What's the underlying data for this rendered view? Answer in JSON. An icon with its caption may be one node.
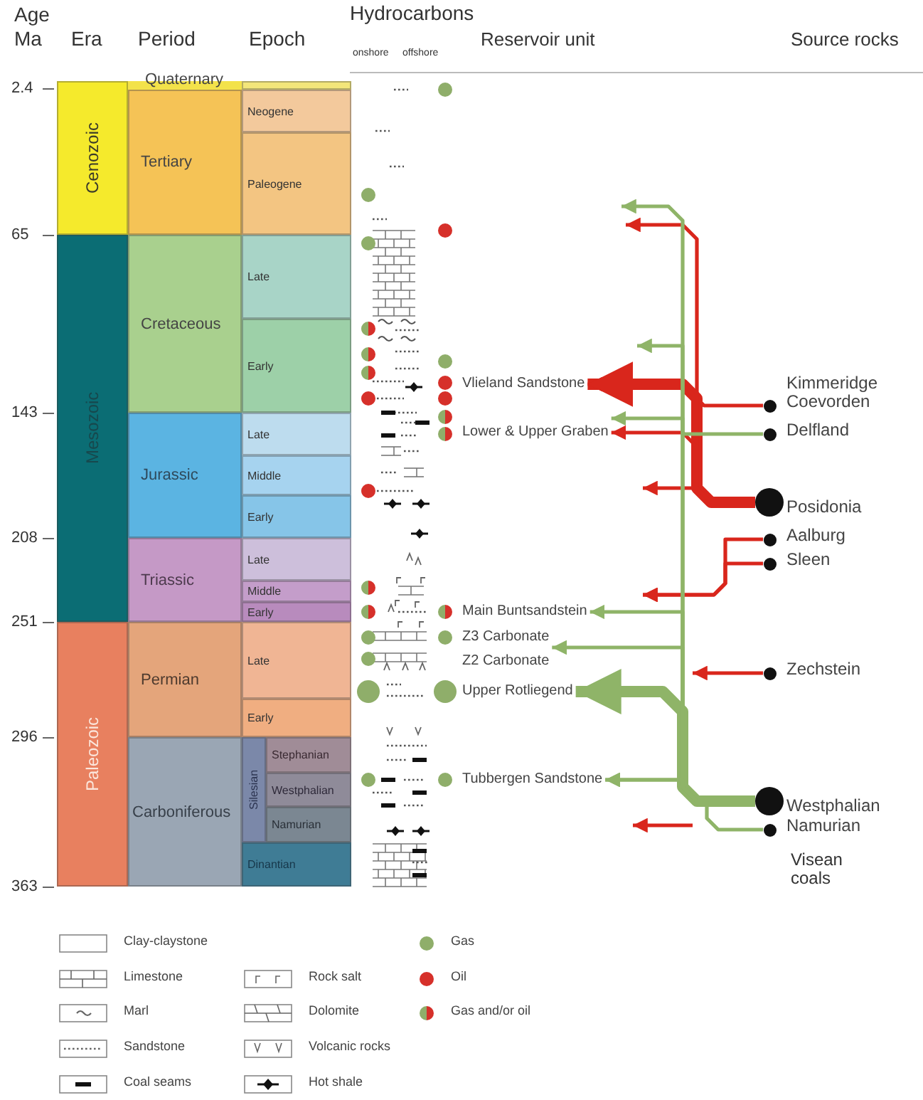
{
  "diagram": {
    "nodes": [
      {
        "text": [
          "Cenozoic"
        ]
      },
      {
        "text": [
          "Mesozoic"
        ]
      },
      {
        "text": [
          "Paleozoic"
        ]
      },
      {
        "text": [
          "Quaternary"
        ]
      },
      {
        "text": [
          "Tertiary"
        ]
      },
      {
        "text": [
          "Cretaceous"
        ]
      },
      {
        "text": [
          "Jurassic"
        ]
      },
      {
        "text": [
          "Triassic"
        ]
      },
      {
        "text": [
          "Permian"
        ]
      },
      {
        "text": [
          "Carboniferous"
        ]
      },
      {
        "text": [],
        "shape": "bar"
      },
      {
        "text": [
          "Neogene"
        ]
      },
      {
        "text": [
          "Paleogene"
        ]
      },
      {
        "text": [
          "Late"
        ]
      },
      {
        "text": [
          "Early"
        ]
      },
      {
        "text": [
          "Late"
        ]
      },
      {
        "text": [
          "Middle"
        ]
      },
      {
        "text": [
          "Early"
        ]
      },
      {
        "text": [
          "Late"
        ]
      },
      {
        "text": [
          "Middle"
        ]
      },
      {
        "text": [
          "Early"
        ]
      },
      {
        "text": [
          "Late"
        ]
      },
      {
        "text": [
          "Early"
        ]
      },
      {
        "text": [
          "Silesian"
        ]
      },
      {
        "text": [
          "Stephanian"
        ]
      },
      {
        "text": [
          "Westphalian"
        ]
      },
      {
        "text": [
          "Namurian"
        ]
      },
      {
        "text": [
          "Dinantian"
        ]
      },
      {
        "text": [
          "Vlieland Sandstone"
        ]
      },
      {
        "text": [
          "Lower & Upper Graben"
        ]
      },
      {
        "text": [
          "Main Buntsandstein"
        ]
      },
      {
        "text": [
          "Z3 Carbonate"
        ]
      },
      {
        "text": [
          "Z2 Carbonate"
        ]
      },
      {
        "text": [
          "Upper Rotliegend"
        ]
      },
      {
        "text": [
          "Tubbergen Sandstone"
        ]
      },
      {
        "text": [
          "Kimmeridge Coevorden"
        ]
      },
      {
        "text": [
          "Delfland"
        ]
      },
      {
        "text": [
          "Posidonia"
        ]
      },
      {
        "text": [
          "Aalburg"
        ]
      },
      {
        "text": [
          "Sleen"
        ]
      },
      {
        "text": [
          "Zechstein"
        ]
      },
      {
        "text": [
          "Westphalian"
        ]
      },
      {
        "text": [
          "Namurian"
        ]
      }
    ],
    "edges": [
      {
        "from": 37,
        "to": 28,
        "arrow": "to",
        "style": "thick"
      },
      {
        "from": 35,
        "to": 28,
        "arrow": "to"
      },
      {
        "from": 37,
        "to": null,
        "arrow": "to"
      },
      {
        "from": 37,
        "to": 29,
        "arrow": "to"
      },
      {
        "from": 37,
        "to": null,
        "arrow": "to"
      },
      {
        "from": 38,
        "to": null,
        "arrow": "to"
      },
      {
        "from": 39,
        "to": null,
        "arrow": "to"
      },
      {
        "from": 40,
        "to": null,
        "arrow": "to"
      },
      {
        "from": 41,
        "to": 33,
        "arrow": "to",
        "style": "thick",
        "color": "#8fb468"
      },
      {
        "from": 41,
        "to": 34,
        "arrow": "to",
        "color": "#8fb468"
      },
      {
        "from": 41,
        "to": 31,
        "arrow": "to",
        "color": "#8fb468"
      },
      {
        "from": 41,
        "to": 30,
        "arrow": "to",
        "color": "#8fb468"
      },
      {
        "from": 41,
        "to": null,
        "arrow": "to",
        "color": "#8fb468"
      },
      {
        "from": 41,
        "to": null,
        "arrow": "to",
        "color": "#8fb468"
      },
      {
        "from": 36,
        "to": 29,
        "arrow": "to",
        "color": "#8fb468"
      },
      {
        "from": 42,
        "to": 34,
        "arrow": "to",
        "color": "#8fb468"
      }
    ],
    "labels": [
      "Age",
      "Ma",
      "Era",
      "Period",
      "Epoch",
      "Hydrocarbons",
      "onshore",
      "offshore",
      "Reservoir unit",
      "Source rocks",
      "2.4",
      "65",
      "143",
      "208",
      "251",
      "296",
      "363",
      "Visean coals"
    ],
    "legend": [
      {
        "text": "Clay-claystone"
      },
      {
        "text": "Gas",
        "color": "#8fae6a"
      },
      {
        "text": "Limestone"
      },
      {
        "text": "Rock salt"
      },
      {
        "text": "Oil",
        "color": "#d6302a"
      },
      {
        "text": "Marl"
      },
      {
        "text": "Dolomite"
      },
      {
        "text": "Gas and/or oil"
      },
      {
        "text": "Sandstone"
      },
      {
        "text": "Volcanic rocks"
      },
      {
        "text": "Coal seams"
      },
      {
        "text": "Hot shale"
      }
    ]
  }
}
